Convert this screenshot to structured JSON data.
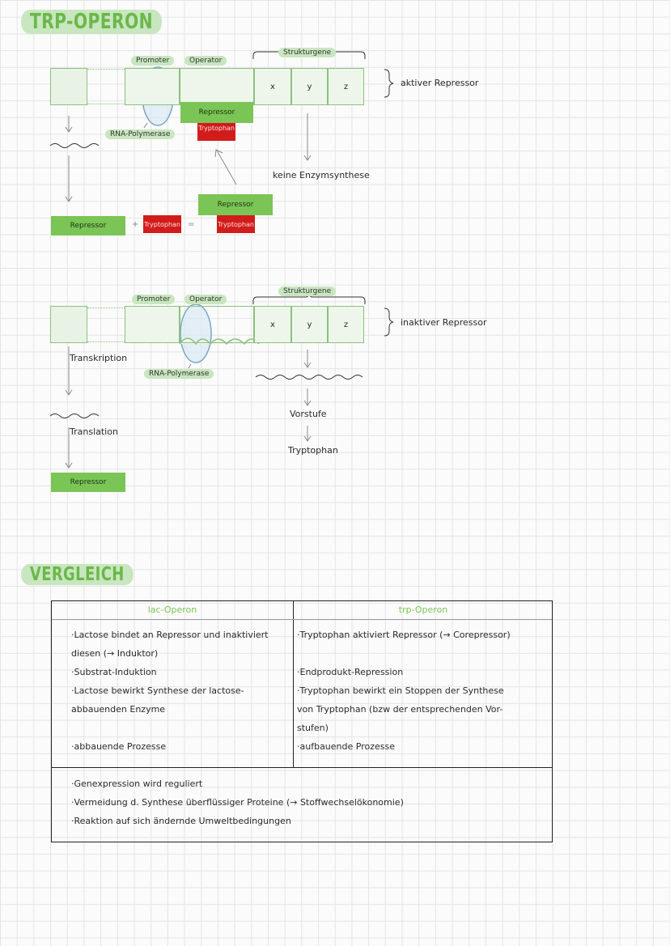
{
  "section1": {
    "title": "TRP-OPERON",
    "promoter": "Promoter",
    "operator": "Operator",
    "strukturgene": "Strukturgene",
    "genes": [
      "x",
      "y",
      "z"
    ],
    "state": "aktiver Repressor",
    "repressor_bound": "Repressor",
    "tryptophan_bound": "Tryptophan",
    "polymerase": "RNA-Polymerase",
    "keine": "keine Enzymsynthese",
    "complex_repressor": "Repressor",
    "complex_tryptophan": "Tryptophan",
    "eq_repressor": "Repressor",
    "eq_plus": "+",
    "eq_tryptophan": "Tryptophan",
    "eq_equals": "="
  },
  "section2": {
    "promoter": "Promoter",
    "operator": "Operator",
    "strukturgene": "Strukturgene",
    "genes": [
      "x",
      "y",
      "z"
    ],
    "state": "inaktiver Repressor",
    "polymerase": "RNA-Polymerase",
    "transkription": "Transkription",
    "translation": "Translation",
    "repressor": "Repressor",
    "vorstufe": "Vorstufe",
    "tryptophan": "Tryptophan"
  },
  "vergleich": {
    "title": "VERGLEICH",
    "headers": [
      "lac-Operon",
      "trp-Operon"
    ],
    "lac_lines": [
      "·Lactose bindet an Repressor und inaktiviert",
      " diesen (→ Induktor)",
      "·Substrat-Induktion",
      "·Lactose bewirkt Synthese der lactose-",
      " abbauenden Enzyme",
      "",
      "·abbauende Prozesse"
    ],
    "trp_lines": [
      "·Tryptophan aktiviert Repressor (→ Corepressor)",
      "",
      "·Endprodukt-Repression",
      "·Tryptophan bewirkt ein Stoppen der Synthese",
      " von Tryptophan (bzw der entsprechenden Vor-",
      " stufen)",
      "·aufbauende Prozesse"
    ],
    "common": [
      "·Genexpression wird reguliert",
      "·Vermeidung d. Synthese überflüssiger Proteine (→ Stoffwechselökonomie)",
      "·Reaktion auf sich ändernde Umweltbedingungen"
    ],
    "colors": {
      "header_lac": "#7ac555",
      "header_trp": "#7ac555"
    }
  }
}
